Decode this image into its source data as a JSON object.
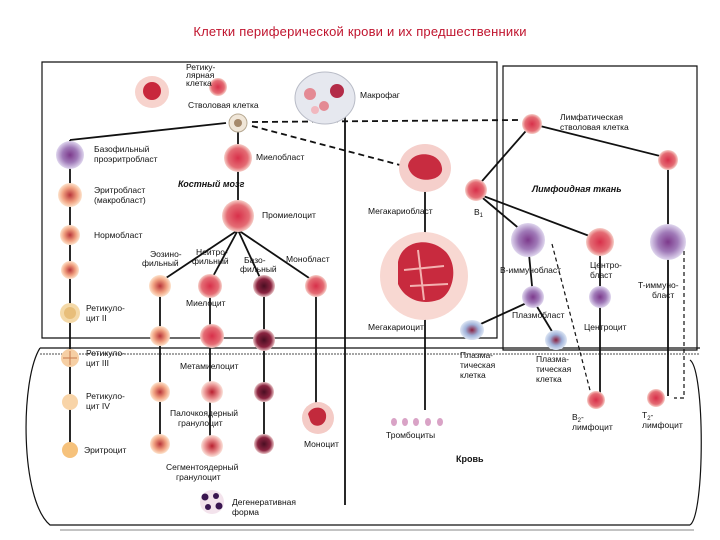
{
  "title": "Клетки периферической крови и их предшественники",
  "zones": {
    "bone_marrow": "Костный мозг",
    "lymphoid": "Лимфоидная ткань",
    "blood": "Кровь"
  },
  "labels": {
    "reticular": [
      "Ретику-",
      "лярная",
      "клетка"
    ],
    "stem": "Стволовая клетка",
    "macrophage": "Макрофаг",
    "lymph_stem": [
      "Лимфатическая",
      "стволовая клетка"
    ],
    "basophilic_pro": [
      "Базофильный",
      "проэритробласт"
    ],
    "erythroblast": [
      "Эритробласт",
      "(макробласт)"
    ],
    "normoblast": "Нормобласт",
    "retic2": [
      "Ретикуло-",
      "цит II"
    ],
    "retic3": [
      "Ретикуло-",
      "цит III"
    ],
    "retic4": [
      "Ретикуло-",
      "цит IV"
    ],
    "erythrocyte": "Эритроцит",
    "myeloblast": "Миелобласт",
    "promyelocyte": "Промиелоцит",
    "megakaryoblast": "Мегакариобласт",
    "megakaryocyte": "Мегакариоцит",
    "eosino": [
      "Эозино-",
      "фильный"
    ],
    "neutro": [
      "Нейтро-",
      "фильный"
    ],
    "baso": [
      "Базо-",
      "фильный"
    ],
    "monoblast": "Монобласт",
    "myelocyte": "Миелоцит",
    "metamyelocyte": "Метамиелоцит",
    "band": [
      "Палочкоядерный",
      "гранулоцит"
    ],
    "segmented": [
      "Сегментоядерный",
      "гранулоцит"
    ],
    "degenerative": [
      "Дегенеративная",
      "форма"
    ],
    "monocyte": "Моноцит",
    "platelets": "Тромбоциты",
    "b1": "B",
    "b1_sub": "1",
    "b_immunoblast": "B-иммунобласт",
    "centroblast": [
      "Центро-",
      "бласт"
    ],
    "t_immunoblast": [
      "T-иммуно-",
      "бласт"
    ],
    "plasmoblast": "Плазмобласт",
    "centrocyte": "Центроцит",
    "plasma1": [
      "Плазма-",
      "тическая",
      "клетка"
    ],
    "plasma2": [
      "Плазма-",
      "тическая",
      "клетка"
    ],
    "b2": [
      "B",
      "лимфоцит"
    ],
    "b2_sub": "2",
    "t2": [
      "T",
      "лимфоцит"
    ],
    "t2_sub": "2"
  },
  "colors": {
    "title": "#c0142e",
    "cell_outer": "#f4c9c2",
    "cell_core": "#c8283c",
    "cell_dark": "#7a1230",
    "lymph_outer": "#c7b8e0",
    "lymph_core": "#7d3a8c",
    "plasma_outer": "#b7c9e8",
    "line": "#111111"
  }
}
